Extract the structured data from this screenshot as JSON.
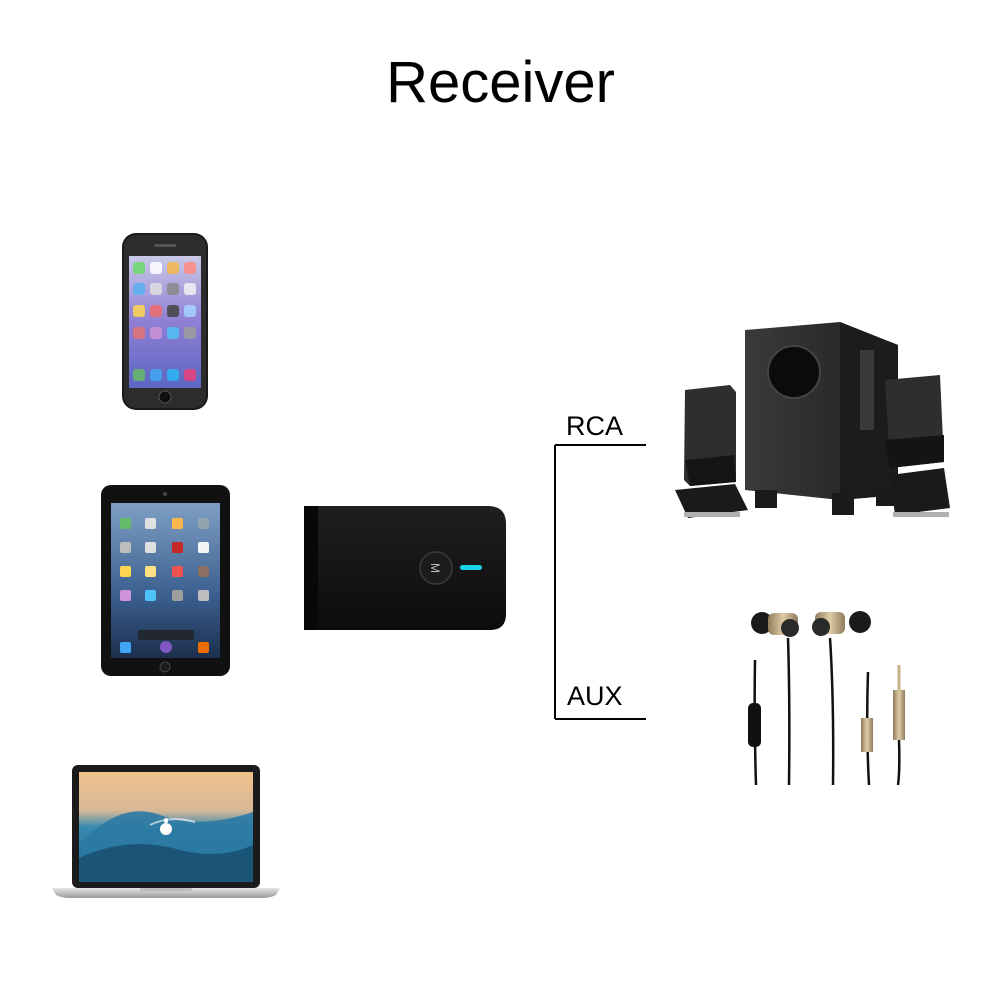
{
  "title": "Receiver",
  "outputs": {
    "rca_label": "RCA",
    "aux_label": "AUX"
  },
  "receiver": {
    "button_letter": "M",
    "led_color": "#19d4e8"
  },
  "colors": {
    "line": "#000000",
    "device_body": "#111111",
    "phone_screen": "#6a79c9",
    "tablet_screen": "#3a5f8f",
    "laptop_sky": "#e9b783",
    "laptop_wave": "#2f7fa6",
    "speaker_body": "#2a2a2a",
    "earbud_metal": "#c8b28a"
  },
  "icons": [
    "smartphone-icon",
    "tablet-icon",
    "laptop-icon",
    "receiver-device-icon",
    "speaker-system-icon",
    "earphones-icon",
    "apple-logo-icon"
  ]
}
